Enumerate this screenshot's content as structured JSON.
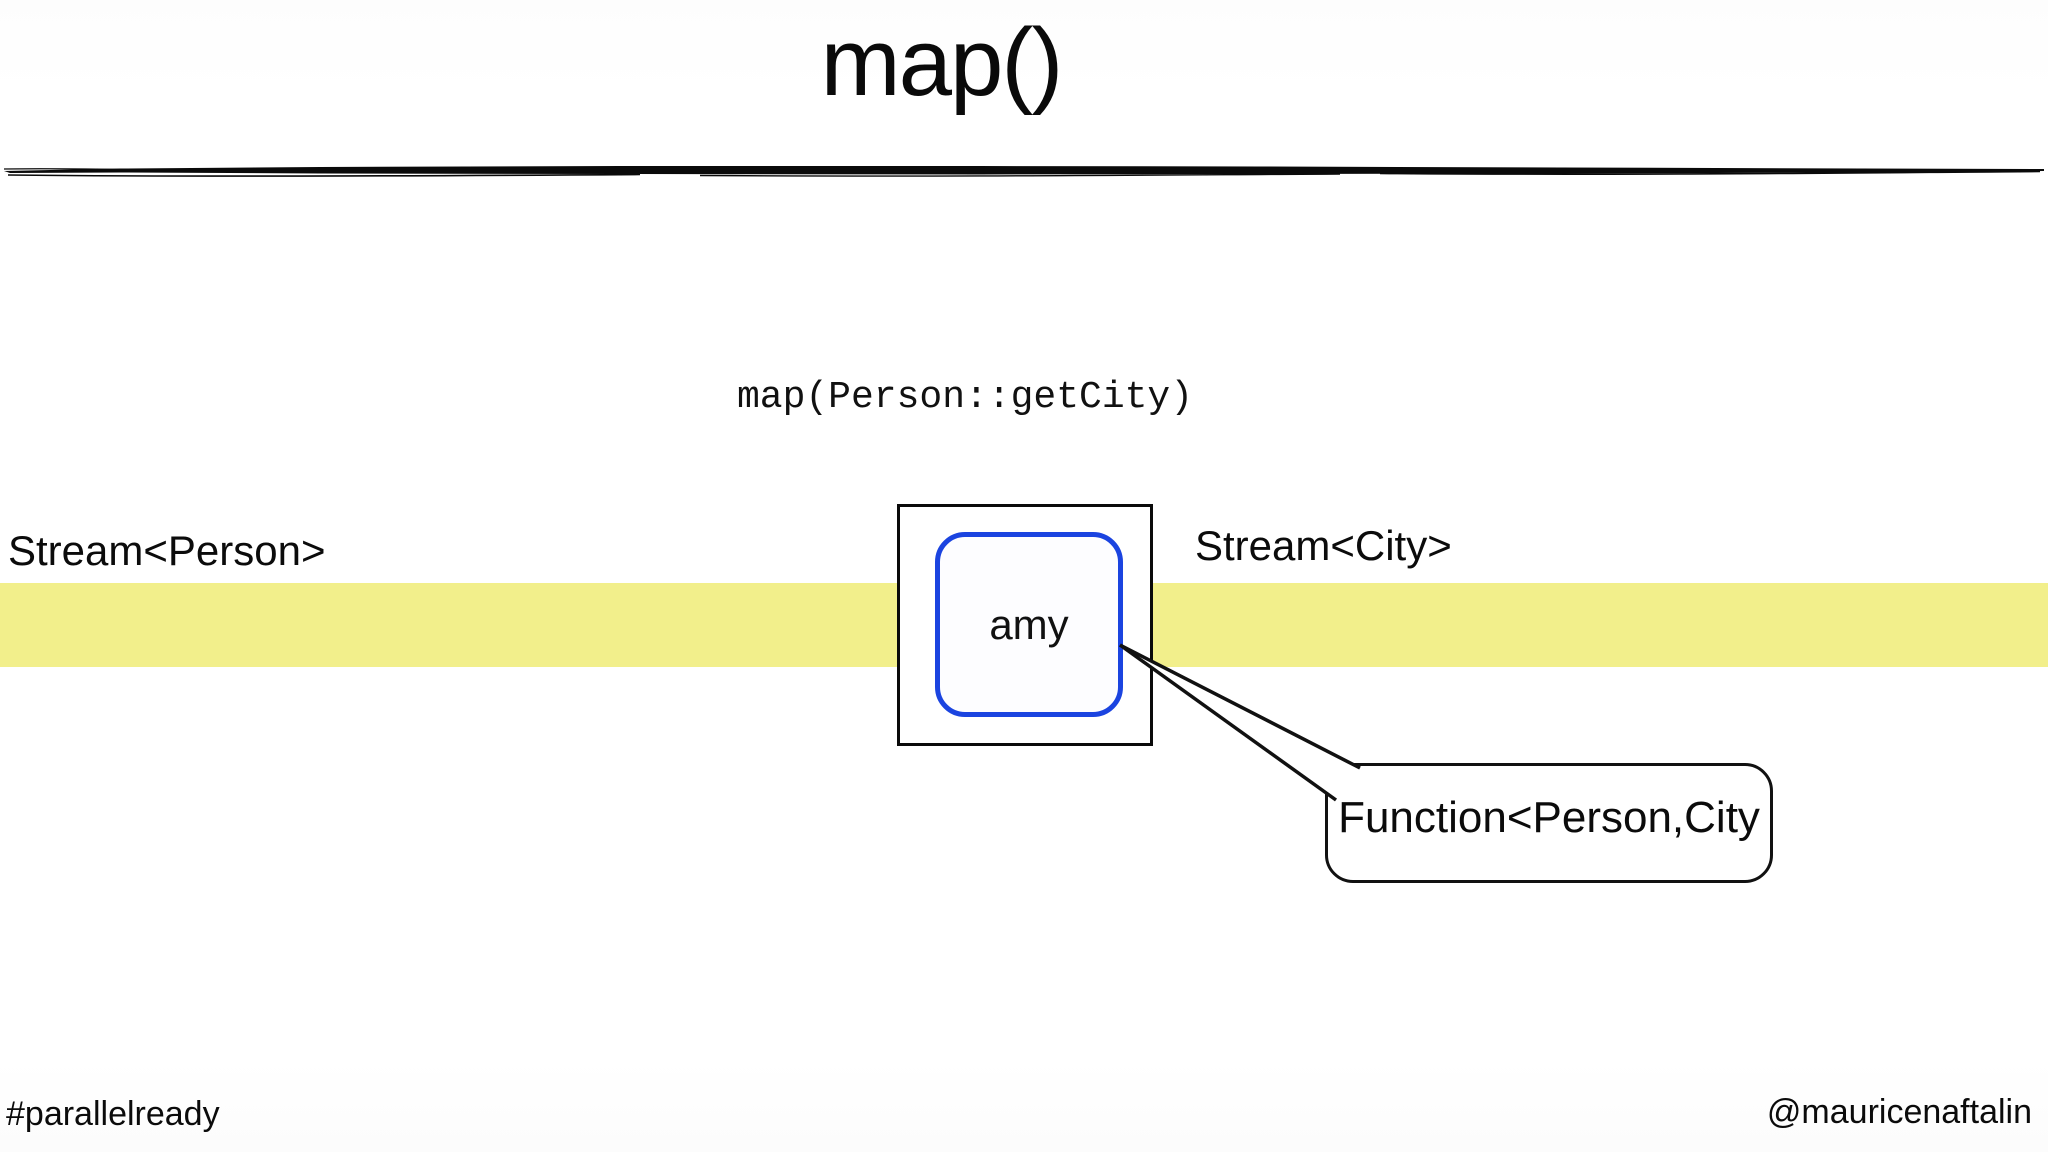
{
  "slide": {
    "title": "map()",
    "code_annotation": "map(Person::getCity)",
    "streams": {
      "input_label": "Stream<Person>",
      "output_label": "Stream<City>"
    },
    "element": {
      "label": "amy"
    },
    "callout": {
      "label": "Function<Person,City"
    },
    "footer": {
      "hashtag": "#parallelready",
      "handle": "@mauricenaftalin"
    },
    "colors": {
      "background": "#ffffff",
      "highlight_band_yellow": "#f2ef8b",
      "element_border_blue": "#1b44e0",
      "ink_black": "#0a0a0a"
    }
  }
}
